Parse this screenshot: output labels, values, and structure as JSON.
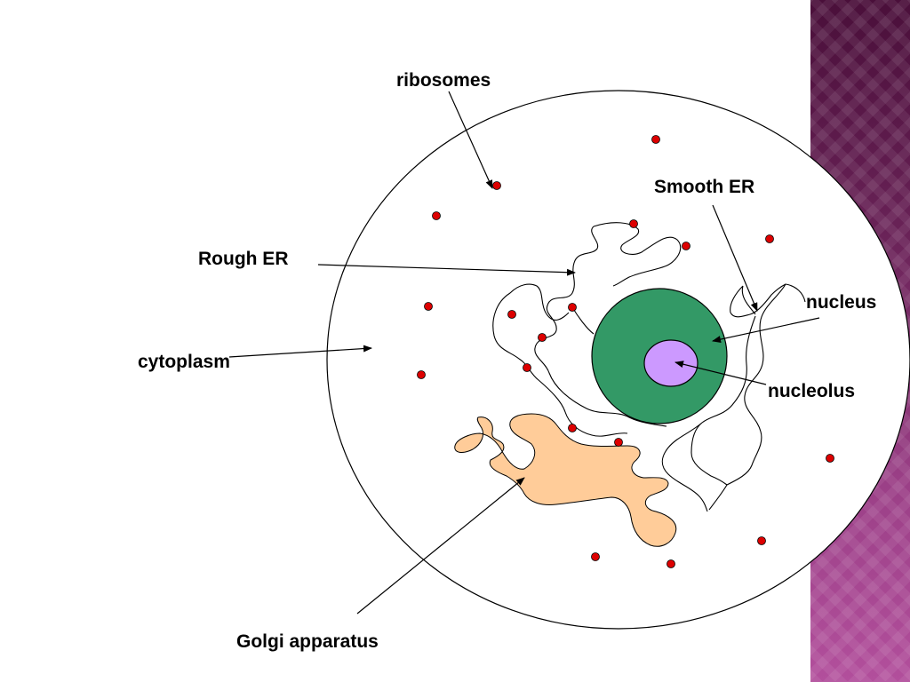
{
  "labels": {
    "ribosomes": "ribosomes",
    "smooth_er": "Smooth ER",
    "rough_er": "Rough ER",
    "nucleus": "nucleus",
    "cytoplasm": "cytoplasm",
    "nucleolus": "nucleolus",
    "golgi": "Golgi apparatus"
  },
  "colors": {
    "background": "#ffffff",
    "side_band": "#7a2d6a",
    "cell_outline": "#000000",
    "nucleus": "#339966",
    "nucleolus": "#cc99ff",
    "golgi": "#ffcc99",
    "ribosome": "#dd0000"
  }
}
